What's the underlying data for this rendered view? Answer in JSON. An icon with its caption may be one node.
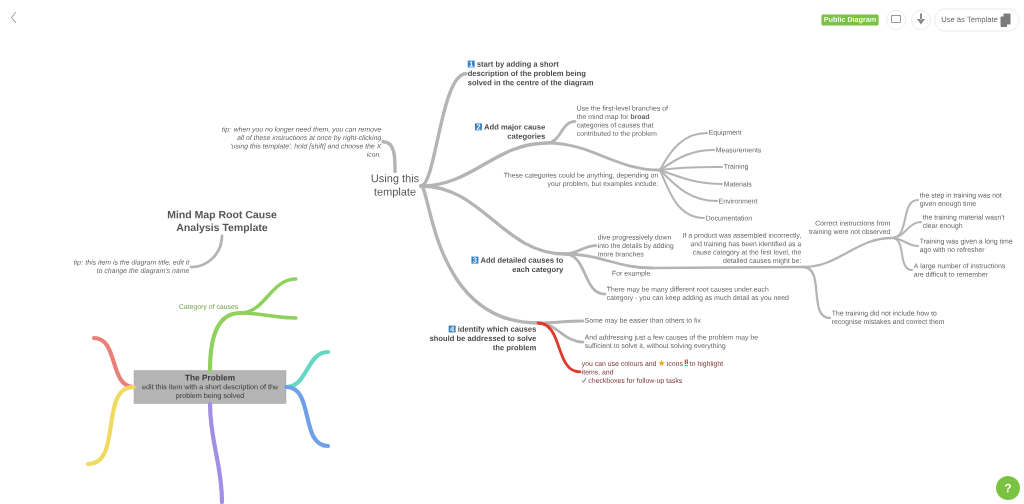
{
  "diagram": {
    "nodes": [
      {
        "text": [
          "Mind Map Root Cause Analysis Template"
        ]
      },
      {
        "text": [
          "tip: this item is the diagram title, edit it to change the diagram's name"
        ]
      },
      {
        "text": [
          "The Problem",
          "edit this item with a short description of the problem being solved"
        ]
      },
      {
        "text": [
          "Category of causes"
        ]
      },
      {
        "text": [
          "Using this template"
        ]
      },
      {
        "text": [
          "tip: when you no longer need them, you can remove all of these instructions at once by right-clicking 'using this template', hold [shift] and choose the X icon."
        ]
      },
      {
        "text": [
          "1",
          "start by adding a short description of the problem being solved in the centre of the diagram"
        ]
      },
      {
        "text": [
          "2",
          "Add major cause categories"
        ]
      },
      {
        "text": [
          "Use the first-level branches of the mind map for **broad** categories of causes that contributed to the problem"
        ]
      },
      {
        "text": [
          "These categories could be anything, depending on your problem, but examples include:"
        ]
      },
      {
        "text": [
          "Equipment"
        ]
      },
      {
        "text": [
          "Measurements"
        ]
      },
      {
        "text": [
          "Training"
        ]
      },
      {
        "text": [
          "Materials"
        ]
      },
      {
        "text": [
          "Environment"
        ]
      },
      {
        "text": [
          "Documentation"
        ]
      },
      {
        "text": [
          "3",
          "Add detailed causes to each category"
        ]
      },
      {
        "text": [
          "dive progressively down into the details by adding more branches"
        ]
      },
      {
        "text": [
          "For example"
        ]
      },
      {
        "text": [
          "If a product was assembled incorrectly, and training has been identified as a cause category at the first level, the detailed causes might be:"
        ]
      },
      {
        "text": [
          "Correct instructions from training were not observed"
        ]
      },
      {
        "text": [
          "the step in training was not given enough time"
        ]
      },
      {
        "text": [
          "the training material wasn't clear enough"
        ]
      },
      {
        "text": [
          "Training was given a long time ago with no refresher"
        ]
      },
      {
        "text": [
          "A large number of instructions are difficult to remember"
        ]
      },
      {
        "text": [
          "The training did not include how to recognise mistakes and correct them"
        ]
      },
      {
        "text": [
          "There may be many different root causes under each category - you can keep adding as much detail as you need"
        ]
      },
      {
        "text": [
          "4",
          "identify which causes should be addressed to solve the problem"
        ]
      },
      {
        "text": [
          "Some may be easier than others to fix"
        ]
      },
      {
        "text": [
          "And addressing just a few causes of the problem may be sufficient to solve it, without solving everything"
        ]
      },
      {
        "text": [
          "you can use colours and",
          "icons",
          "to highlight items, and",
          "checkboxes for follow-up tasks"
        ]
      }
    ],
    "edges": [
      {
        "from": 0,
        "to": 1,
        "arrow": "none"
      },
      {
        "from": 2,
        "to": 3,
        "arrow": "none",
        "color": "#8fd15c"
      },
      {
        "from": 3,
        "to": null,
        "arrow": "none",
        "color": "#8fd15c"
      },
      {
        "from": 3,
        "to": null,
        "arrow": "none",
        "color": "#8fd15c"
      },
      {
        "from": 2,
        "to": null,
        "arrow": "none",
        "color": "#e88078"
      },
      {
        "from": 2,
        "to": null,
        "arrow": "none",
        "color": "#efdb5f"
      },
      {
        "from": 2,
        "to": null,
        "arrow": "none",
        "color": "#63d8c3"
      },
      {
        "from": 2,
        "to": null,
        "arrow": "none",
        "color": "#6e9fe8"
      },
      {
        "from": 2,
        "to": null,
        "arrow": "none",
        "color": "#a08fe3"
      },
      {
        "from": 4,
        "to": 5,
        "arrow": "none"
      },
      {
        "from": 4,
        "to": 6,
        "arrow": "none"
      },
      {
        "from": 4,
        "to": 7,
        "arrow": "none"
      },
      {
        "from": 7,
        "to": 8,
        "arrow": "none"
      },
      {
        "from": 7,
        "to": 9,
        "arrow": "none"
      },
      {
        "from": 9,
        "to": 10,
        "arrow": "none"
      },
      {
        "from": 9,
        "to": 11,
        "arrow": "none"
      },
      {
        "from": 9,
        "to": 12,
        "arrow": "none"
      },
      {
        "from": 9,
        "to": 13,
        "arrow": "none"
      },
      {
        "from": 9,
        "to": 14,
        "arrow": "none"
      },
      {
        "from": 9,
        "to": 15,
        "arrow": "none"
      },
      {
        "from": 4,
        "to": 16,
        "arrow": "none"
      },
      {
        "from": 16,
        "to": 17,
        "arrow": "none"
      },
      {
        "from": 16,
        "to": 18,
        "arrow": "none"
      },
      {
        "from": 16,
        "to": 26,
        "arrow": "none"
      },
      {
        "from": 18,
        "to": 19,
        "arrow": "none"
      },
      {
        "from": 19,
        "to": 20,
        "arrow": "none"
      },
      {
        "from": 20,
        "to": 21,
        "arrow": "none"
      },
      {
        "from": 20,
        "to": 22,
        "arrow": "none"
      },
      {
        "from": 20,
        "to": 23,
        "arrow": "none"
      },
      {
        "from": 20,
        "to": 24,
        "arrow": "none"
      },
      {
        "from": 19,
        "to": 25,
        "arrow": "none"
      },
      {
        "from": 4,
        "to": 27,
        "arrow": "none"
      },
      {
        "from": 27,
        "to": 28,
        "arrow": "none"
      },
      {
        "from": 27,
        "to": 29,
        "arrow": "none"
      },
      {
        "from": 27,
        "to": 30,
        "arrow": "none",
        "color": "#e2392c"
      }
    ],
    "labels": [
      "Public Diagram",
      "Use as Template",
      "?"
    ]
  }
}
